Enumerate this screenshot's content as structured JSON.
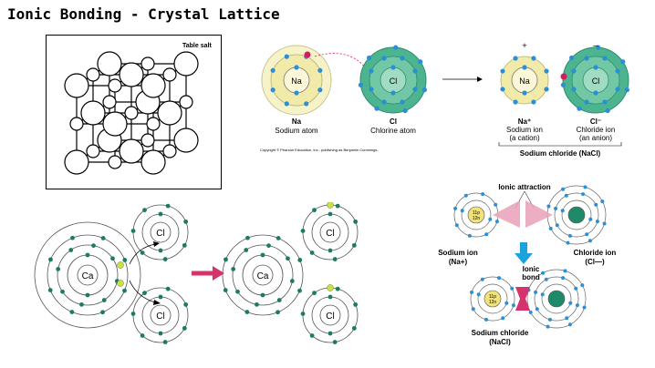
{
  "title": "Ionic Bonding - Crystal Lattice",
  "lattice": {
    "label": "Table salt"
  },
  "top": {
    "na_symbol": "Na",
    "cl_symbol": "Cl",
    "na_label_1": "Na",
    "na_label_2": "Sodium atom",
    "cl_label_1": "Cl",
    "cl_label_2": "Chlorine atom",
    "plus": "+",
    "minus": "–",
    "ion_na_label_1": "Na⁺",
    "ion_na_label_2": "Sodium ion",
    "ion_na_label_3": "(a cation)",
    "ion_cl_label_1": "Cl⁻",
    "ion_cl_label_2": "Chloride ion",
    "ion_cl_label_3": "(an anion)",
    "compound": "Sodium chloride (NaCl)",
    "copyright": "Copyright © Pearson Education, Inc., publishing as Benjamin Cummings."
  },
  "calcium": {
    "ca": "Ca",
    "cl": "Cl"
  },
  "right": {
    "attraction": "Ionic attraction",
    "na_core_1": "11p",
    "na_core_2": "12n",
    "na_ion_1": "Sodium ion",
    "na_ion_2": "(Na+)",
    "cl_ion_1": "Chloride ion",
    "cl_ion_2": "(Cl—)",
    "bond_1": "Ionic",
    "bond_2": "bond",
    "compound_1": "Sodium chloride",
    "compound_2": "(NaCl)"
  },
  "colors": {
    "yellow_shell": "#f4eeb0",
    "green_shell": "#2e9a7a",
    "electron_blue": "#2a8fd6",
    "electron_green": "#1d7a64",
    "highlight_red": "#d81b60",
    "arrow_pink": "#d6336c",
    "arrow_cyan": "#1da1e0"
  }
}
